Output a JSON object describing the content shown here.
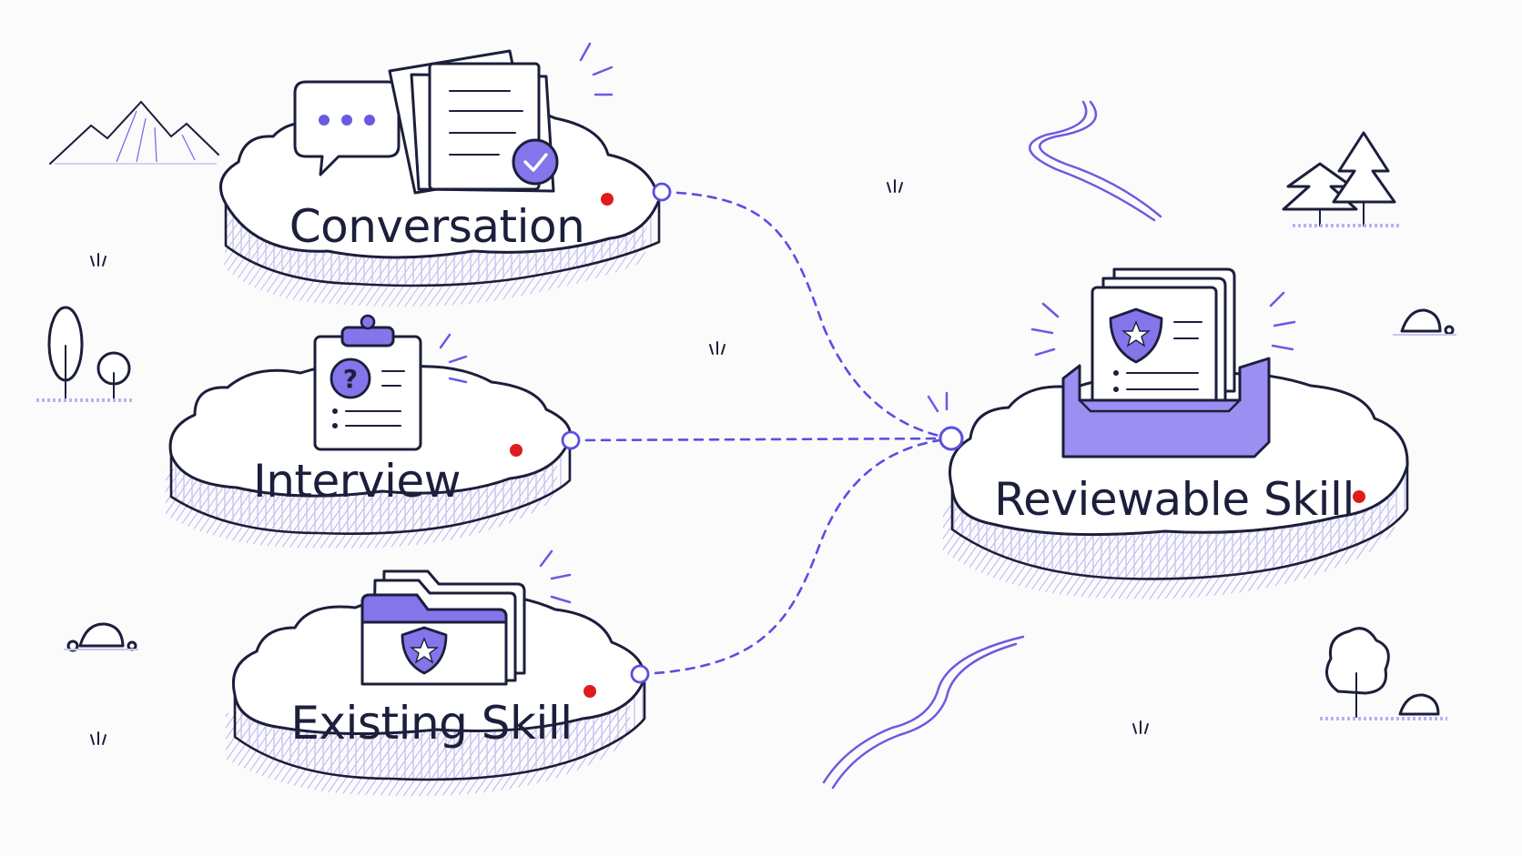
{
  "diagram": {
    "nodes": [
      {
        "id": "conversation",
        "label": "Conversation"
      },
      {
        "id": "interview",
        "label": "Interview"
      },
      {
        "id": "existing-skill",
        "label": "Existing Skill"
      },
      {
        "id": "reviewable-skill",
        "label": "Reviewable Skill"
      }
    ],
    "edges": [
      {
        "from": "conversation",
        "to": "reviewable-skill",
        "style": "dashed"
      },
      {
        "from": "interview",
        "to": "reviewable-skill",
        "style": "dashed"
      },
      {
        "from": "existing-skill",
        "to": "reviewable-skill",
        "style": "dashed"
      }
    ]
  },
  "colors": {
    "accent": "#6a5ae0",
    "accent_fill": "#9d8ff2",
    "ink": "#1b1f3b",
    "status_dot": "#e01b1b",
    "background": "#fbfbfc"
  },
  "icons": [
    "chat-bubble-icon",
    "document-check-icon",
    "clipboard-question-icon",
    "folder-shield-icon",
    "inbox-tray-shield-document-icon",
    "mountain-icon",
    "tree-icon",
    "pine-tree-icon",
    "rock-icon",
    "river-icon",
    "grass-icon"
  ]
}
